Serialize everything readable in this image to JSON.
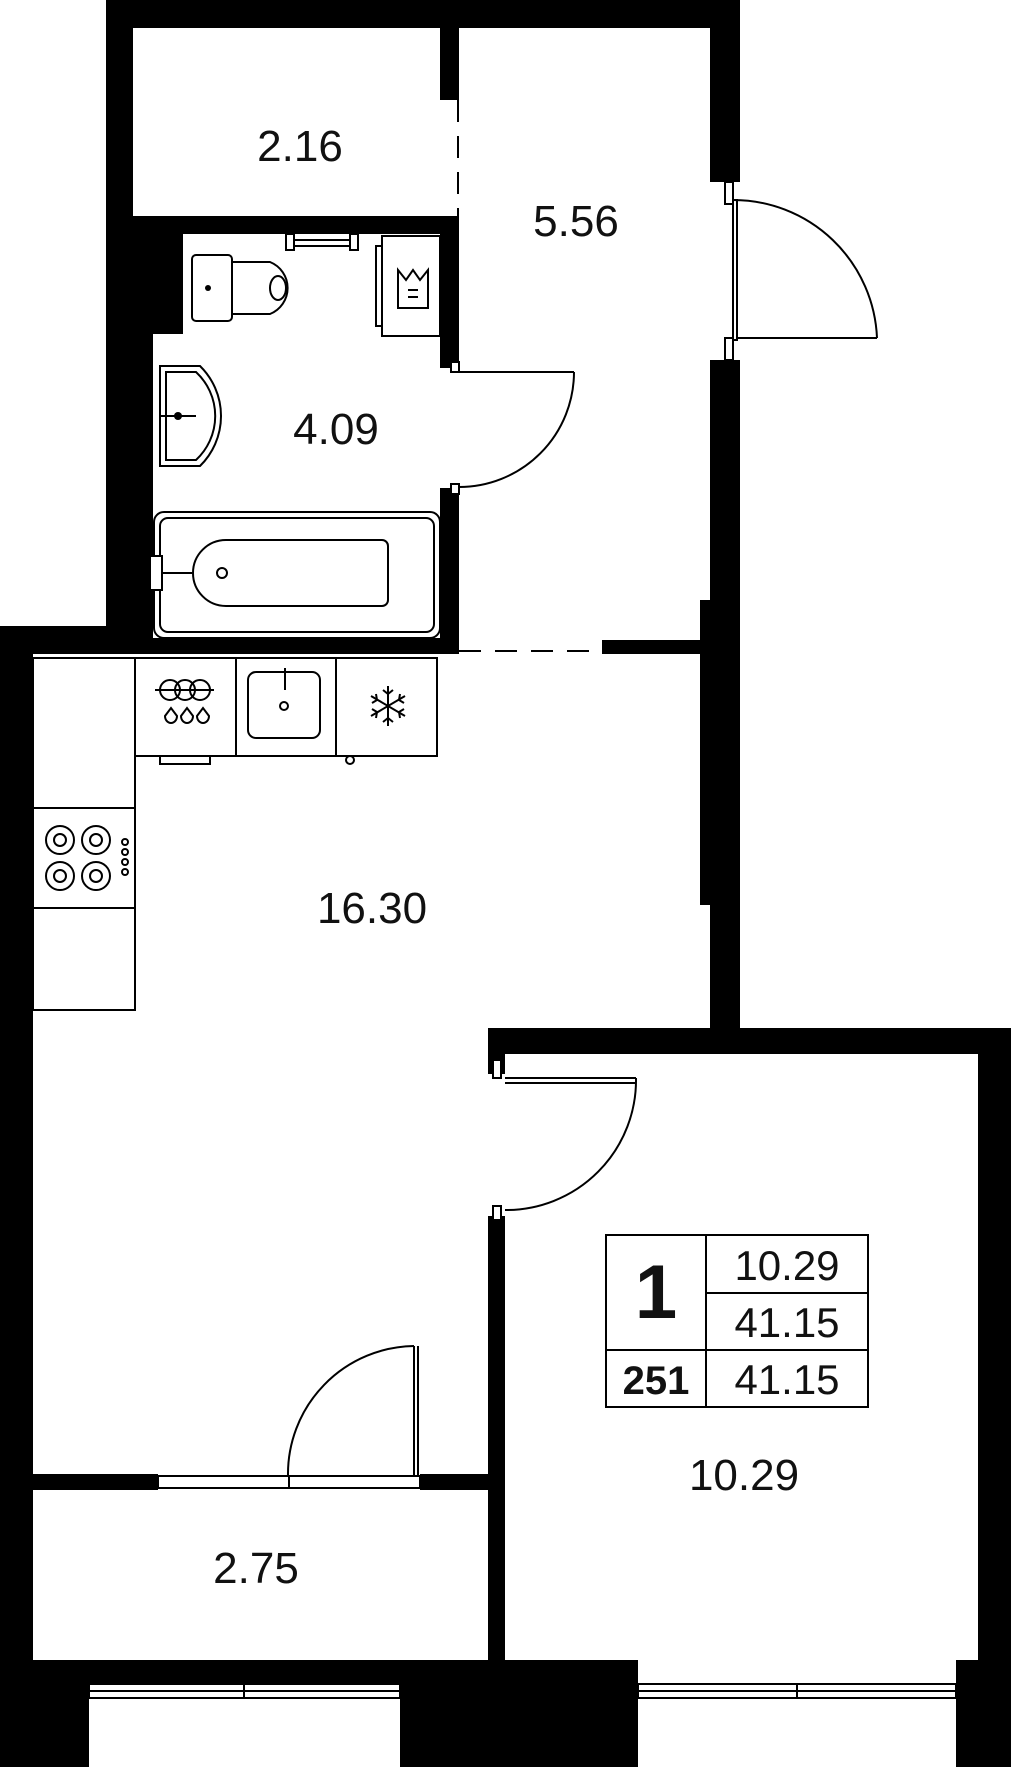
{
  "rooms": {
    "pantry": "2.16",
    "hallway": "5.56",
    "bathroom": "4.09",
    "kitchen_living": "16.30",
    "bedroom": "10.29",
    "balcony": "2.75"
  },
  "info": {
    "rooms_count": "1",
    "apartment_number": "251",
    "living_area": "10.29",
    "total_area": "41.15",
    "total_area_2": "41.15"
  },
  "fixtures": {
    "stove_icon": "stove-icon",
    "sink_icon": "kitchen-sink-icon",
    "fridge_icon": "snowflake-icon",
    "toilet_icon": "toilet-icon",
    "washbasin_icon": "washbasin-icon",
    "bathtub_icon": "bathtub-icon",
    "washer_icon": "washing-machine-icon"
  },
  "colors": {
    "wall": "#000000",
    "background": "#ffffff"
  }
}
